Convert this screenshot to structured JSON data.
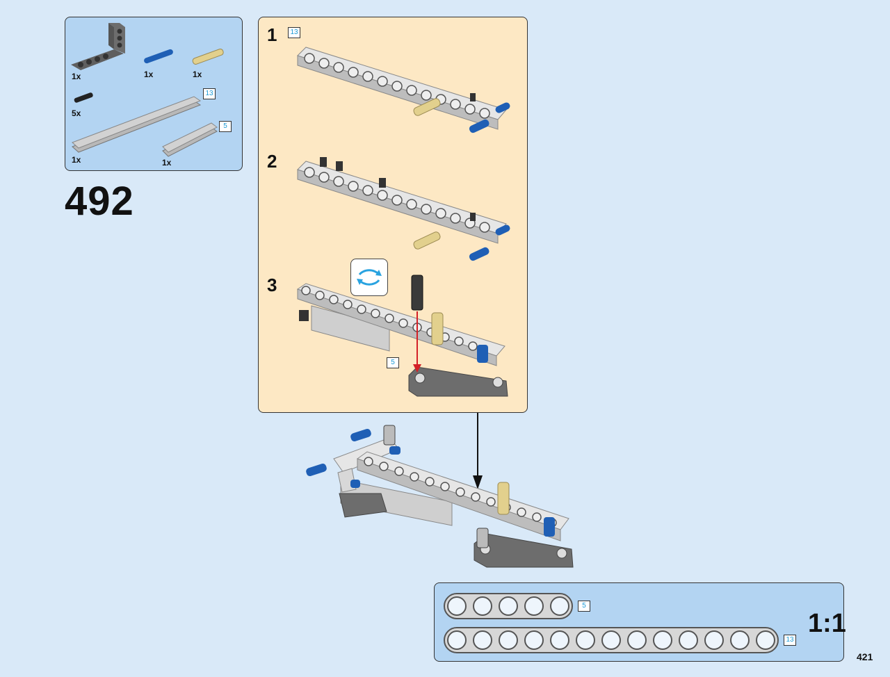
{
  "step": {
    "number": "492"
  },
  "parts_list": {
    "items": [
      {
        "qty": "1x",
        "part": "gray-l-beam"
      },
      {
        "qty": "1x",
        "part": "blue-axle-pin"
      },
      {
        "qty": "1x",
        "part": "tan-axle-pin"
      },
      {
        "qty": "5x",
        "part": "black-friction-pin"
      },
      {
        "qty": "1x",
        "part": "gray-beam",
        "length": "13"
      },
      {
        "qty": "1x",
        "part": "gray-beam",
        "length": "5"
      }
    ]
  },
  "substeps": [
    {
      "number": "1",
      "length": "13"
    },
    {
      "number": "2"
    },
    {
      "number": "3",
      "length": "5"
    }
  ],
  "scale_guide": {
    "ratio": "1:1",
    "beams": [
      {
        "length": "5",
        "holes": 5
      },
      {
        "length": "13",
        "holes": 13
      }
    ]
  },
  "page": {
    "number": "421"
  },
  "colors": {
    "background": "#d9e9f8",
    "parts_panel": "#b3d4f2",
    "steps_panel": "#fde8c4",
    "beam_gray": "#c9c9c9",
    "dark_gray": "#6d6d6d",
    "blue_pin": "#1f5fb5",
    "tan_pin": "#e2d08d",
    "arrow_red": "#d42027",
    "label_blue": "#1b9ad6"
  }
}
